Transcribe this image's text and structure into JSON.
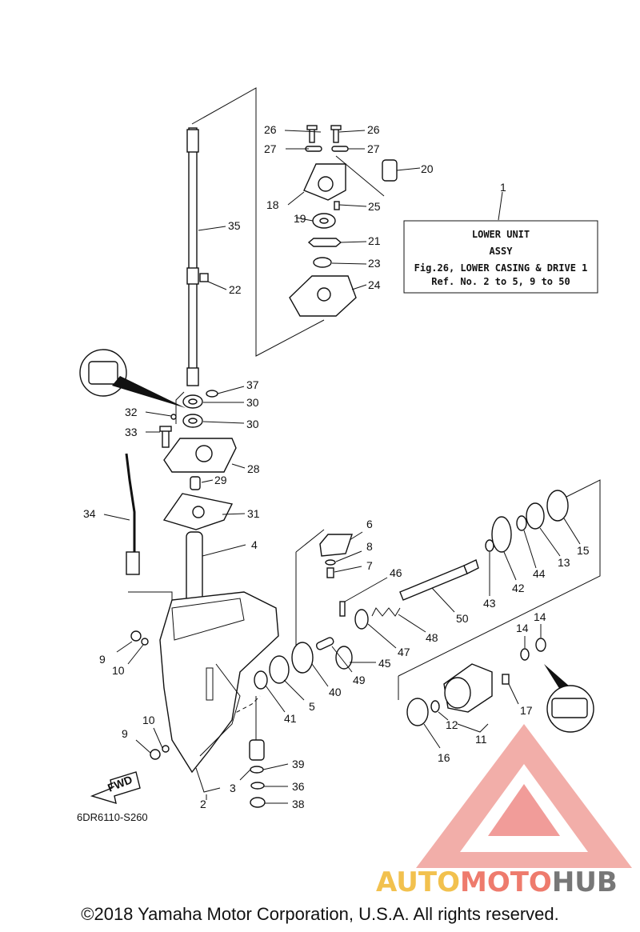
{
  "diagram": {
    "code": "6DR6110-S260",
    "copyright": "©2018 Yamaha Motor Corporation, U.S.A. All rights reserved.",
    "fwd_label": "FWD",
    "info_box": {
      "line1": "LOWER UNIT",
      "line2": "ASSY",
      "line3": "Fig.26, LOWER CASING & DRIVE 1",
      "line4": "Ref. No. 2 to 5, 9 to 50"
    },
    "watermark": {
      "part1": "AUTO",
      "part2": "MOTO",
      "part3": "HUB",
      "colors": {
        "auto": "#f2c14e",
        "moto": "#ee7b6d",
        "hub": "#777777",
        "logo": "#e85b56"
      }
    },
    "callouts": {
      "c1": "1",
      "c2": "2",
      "c3": "3",
      "c4": "4",
      "c5": "5",
      "c6": "6",
      "c7": "7",
      "c8": "8",
      "c9a": "9",
      "c9b": "9",
      "c10a": "10",
      "c10b": "10",
      "c11": "11",
      "c12": "12",
      "c13": "13",
      "c14a": "14",
      "c14b": "14",
      "c15": "15",
      "c16": "16",
      "c17": "17",
      "c18": "18",
      "c19": "19",
      "c20": "20",
      "c21": "21",
      "c22": "22",
      "c23": "23",
      "c24": "24",
      "c25": "25",
      "c26a": "26",
      "c26b": "26",
      "c27a": "27",
      "c27b": "27",
      "c28": "28",
      "c29": "29",
      "c30a": "30",
      "c30b": "30",
      "c31": "31",
      "c32": "32",
      "c33": "33",
      "c34": "34",
      "c35": "35",
      "c36": "36",
      "c37": "37",
      "c38": "38",
      "c39": "39",
      "c40": "40",
      "c41": "41",
      "c42": "42",
      "c43": "43",
      "c44": "44",
      "c45": "45",
      "c46": "46",
      "c47": "47",
      "c48": "48",
      "c49": "49",
      "c50": "50"
    }
  }
}
